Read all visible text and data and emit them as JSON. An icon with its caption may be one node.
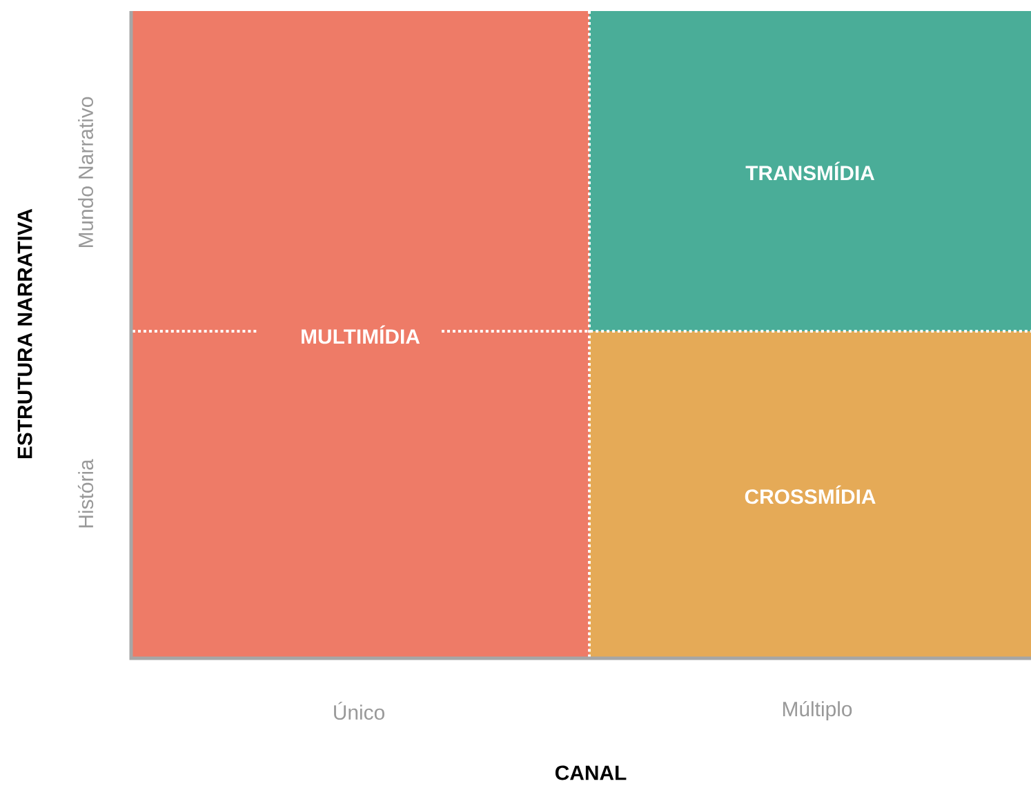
{
  "diagram": {
    "nodes": [
      {
        "text": [
          "MULTIMÍDIA"
        ]
      },
      {
        "text": [
          "TRANSMÍDIA"
        ]
      },
      {
        "text": [
          "CROSSMÍDIA"
        ]
      }
    ],
    "labels": [
      "Mundo Narrativo",
      "História",
      "ESTRUTURA NARRATIVA",
      "Único",
      "Múltiplo",
      "CANAL"
    ]
  }
}
